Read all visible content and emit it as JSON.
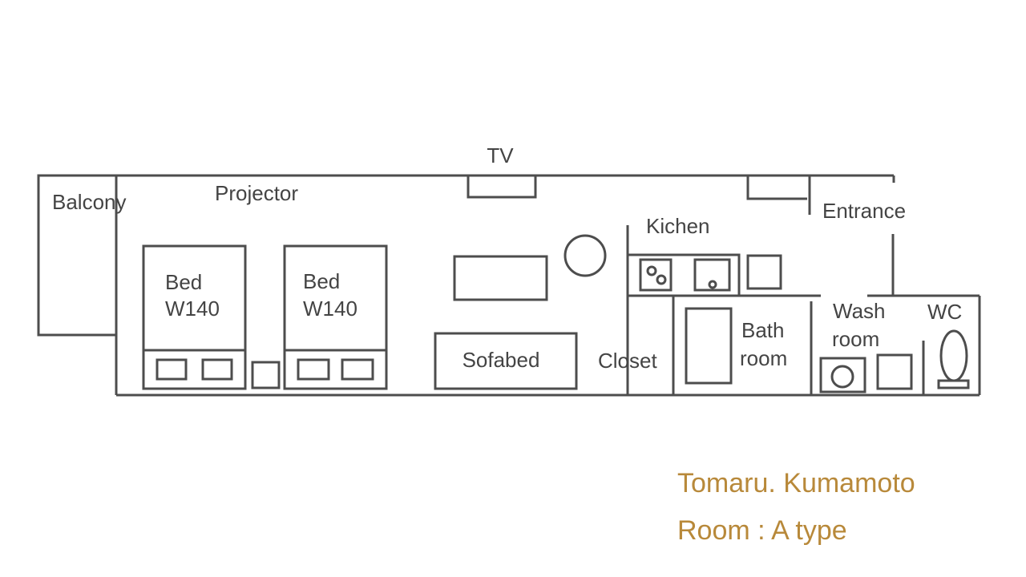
{
  "plan": {
    "labels": {
      "tv": "TV",
      "balcony": "Balcony",
      "projector": "Projector",
      "entrance": "Entrance",
      "kitchen": "Kichen",
      "bed1_line1": "Bed",
      "bed1_line2": "W140",
      "bed2_line1": "Bed",
      "bed2_line2": "W140",
      "sofabed": "Sofabed",
      "closet": "Closet",
      "bath_line1": "Bath",
      "bath_line2": "room",
      "wash_line1": "Wash",
      "wash_line2": "room",
      "wc": "WC"
    }
  },
  "caption": {
    "title": "Tomaru. Kumamoto",
    "subtitle": "Room : A type"
  },
  "colors": {
    "wall": "#4d4d4d",
    "label": "#444444",
    "caption": "#b8893a"
  }
}
